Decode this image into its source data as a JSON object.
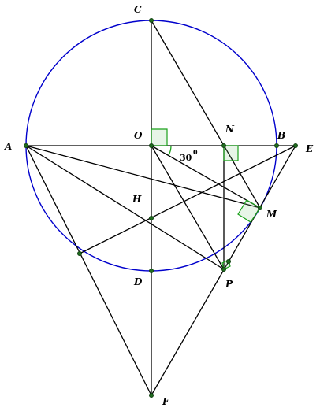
{
  "points": [
    {
      "id": "C",
      "label": "C"
    },
    {
      "id": "O",
      "label": "O"
    },
    {
      "id": "N",
      "label": "N"
    },
    {
      "id": "B",
      "label": "B"
    },
    {
      "id": "E",
      "label": "E"
    },
    {
      "id": "A",
      "label": "A"
    },
    {
      "id": "H",
      "label": "H"
    },
    {
      "id": "M",
      "label": "M"
    },
    {
      "id": "D",
      "label": "D"
    },
    {
      "id": "P",
      "label": "P"
    },
    {
      "id": "F",
      "label": "F"
    }
  ],
  "angle_label": {
    "value": "30",
    "degree_mark": "0"
  },
  "colors": {
    "circle": "#0000cc",
    "right_angle": "#1aa11a",
    "point": "#1f6b1f",
    "line": "#000000"
  }
}
